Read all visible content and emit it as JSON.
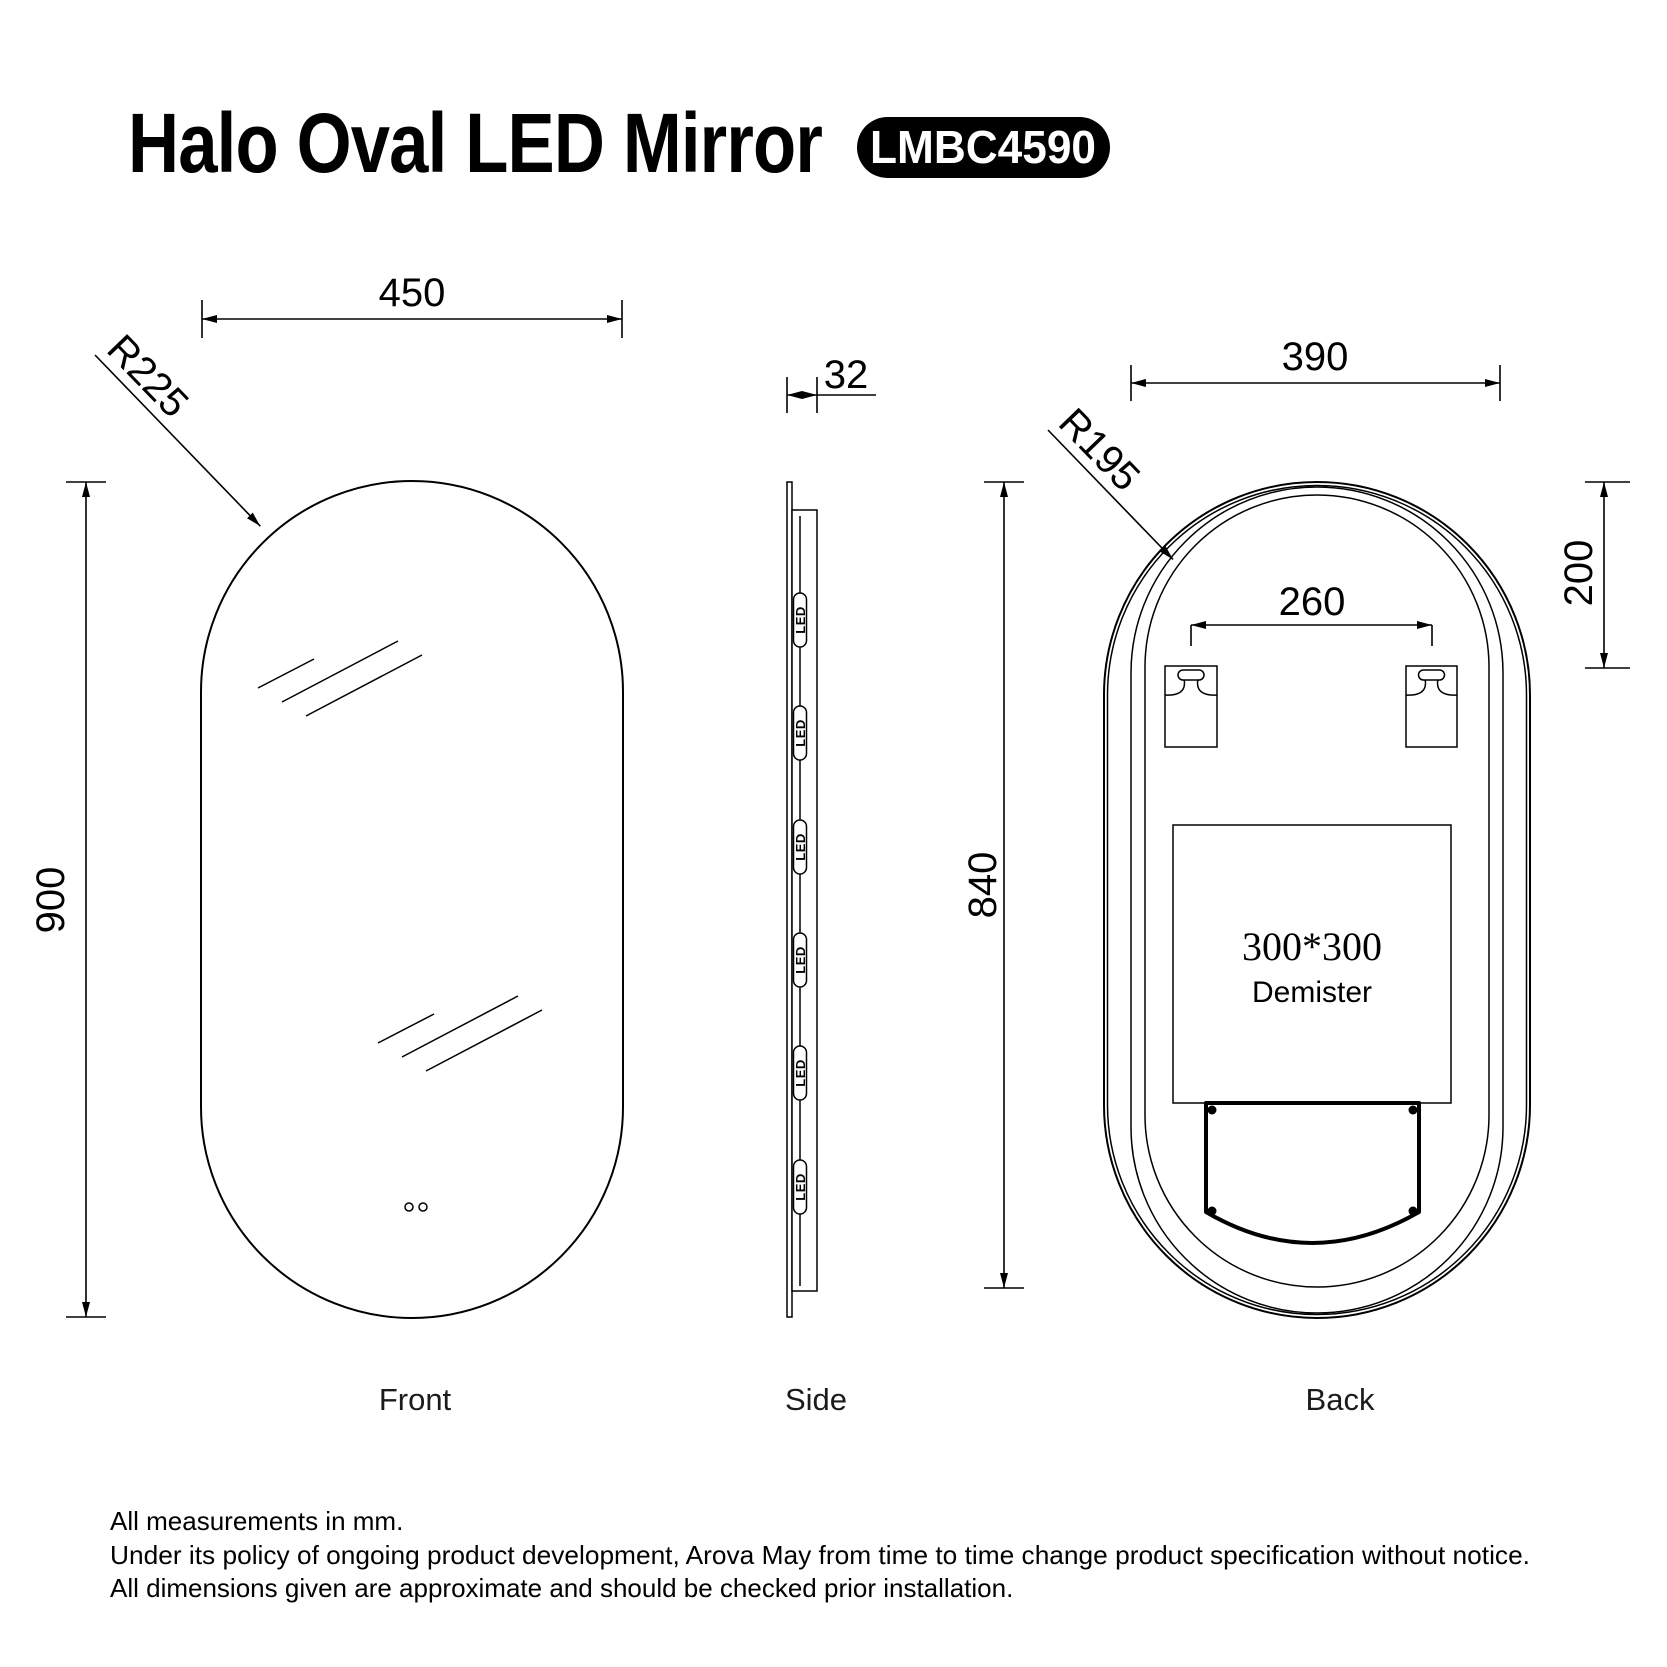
{
  "header": {
    "title": "Halo Oval LED Mirror",
    "model": "LMBC4590"
  },
  "front_view": {
    "label": "Front",
    "width_dim": "450",
    "height_dim": "900",
    "corner_radius": "R225"
  },
  "side_view": {
    "label": "Side",
    "thickness_dim": "32",
    "height_dim": "840",
    "led_label": "LED"
  },
  "back_view": {
    "label": "Back",
    "width_dim": "390",
    "corner_radius": "R195",
    "hanger_offset_dim": "200",
    "bracket_spacing_dim": "260",
    "demister_size": "300*300",
    "demister_label": "Demister"
  },
  "footer": {
    "line1": "All measurements in mm.",
    "line2": "Under its policy of ongoing product development,  Arova May from time to time change product specification without notice.",
    "line3": "All dimensions given are approximate and should be checked prior installation."
  },
  "colors": {
    "ink": "#000000",
    "badge_bg": "#000000",
    "badge_text": "#ffffff",
    "background": "#ffffff"
  }
}
